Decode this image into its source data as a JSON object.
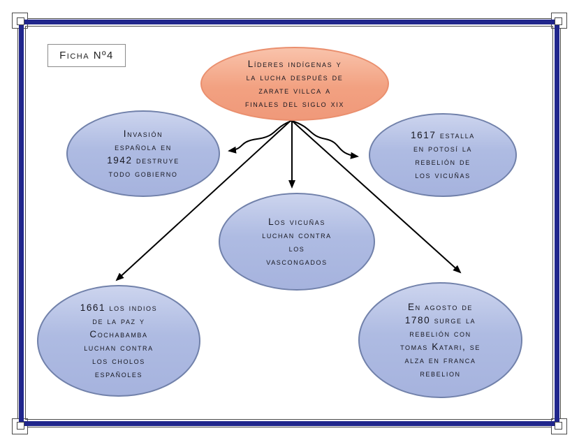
{
  "label_box": {
    "text": "Ficha Nº4"
  },
  "nodes": {
    "root": {
      "text": "Líderes indígenas y\nla lucha después de\nzarate villca a\nfinales del siglo xix"
    },
    "left": {
      "text": "Invasión\nespañola en\n1942 destruye\ntodo gobierno"
    },
    "right": {
      "text": "1617 estalla\nen potosí la\nrebelión de\nlos vicuñas"
    },
    "center": {
      "text": "Los vicuñas\nluchan contra\nlos\nvascongados"
    },
    "bottom_left": {
      "text": "1661 los indios\nde la paz y\nCochabamba\nluchan contra\nlos cholos\nespañoles"
    },
    "bottom_right": {
      "text": "En agosto de\n1780 surge la\nrebelión con\ntomas Katari, se\nalza en franca\nrebelion"
    }
  },
  "connections": [
    {
      "from": "root",
      "to": "left",
      "style": "s-curve"
    },
    {
      "from": "root",
      "to": "right",
      "style": "s-curve"
    },
    {
      "from": "root",
      "to": "center",
      "style": "straight"
    },
    {
      "from": "root",
      "to": "bottom_left",
      "style": "straight"
    },
    {
      "from": "root",
      "to": "bottom_right",
      "style": "straight"
    }
  ],
  "colors": {
    "frame_navy": "#20268c",
    "frame_outline": "#4a4a4a",
    "root_fill_top": "#f9c3ab",
    "root_fill_bottom": "#f0997a",
    "root_border": "#ea8f6e",
    "node_fill_top": "#ccd4ee",
    "node_fill_bottom": "#a6b3de",
    "node_border": "#7181aa",
    "arrow": "#000000",
    "red_tick": "#b22222",
    "text": "#16161f"
  }
}
